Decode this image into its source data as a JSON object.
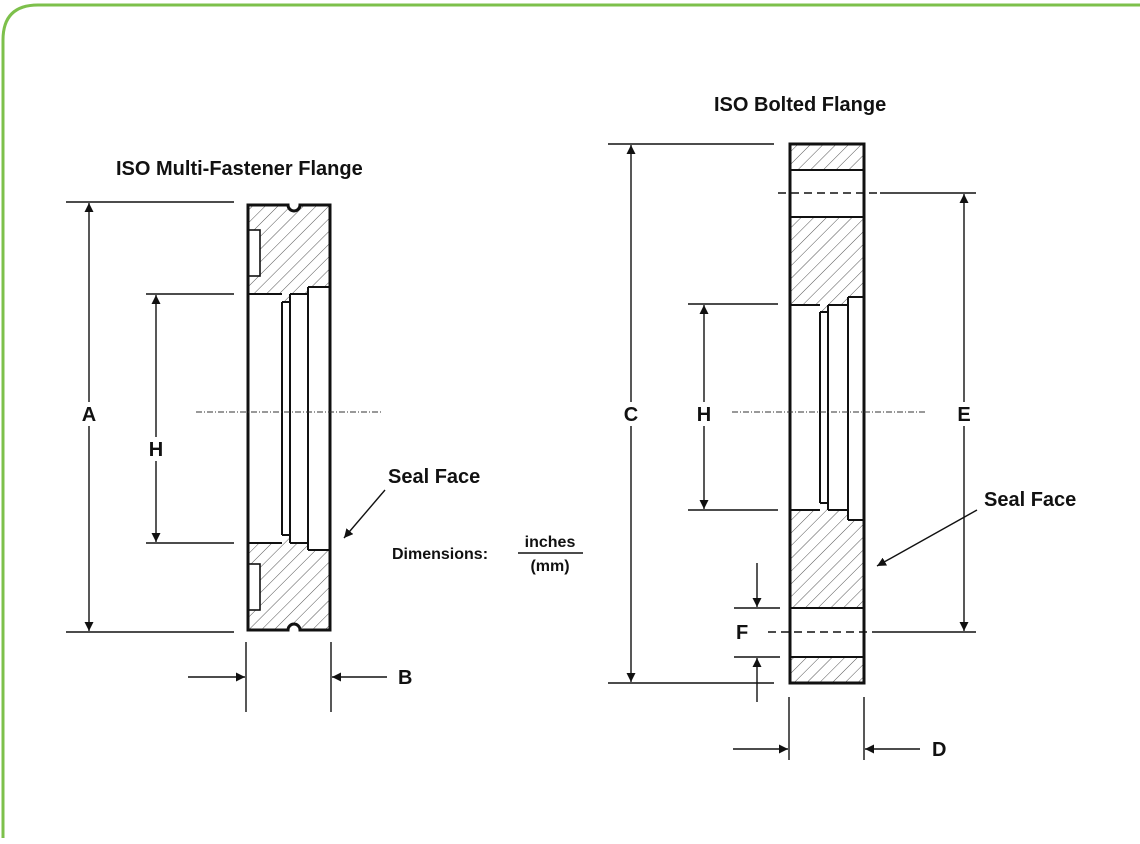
{
  "theme": {
    "frame_color": "#7dc04b",
    "ink_color": "#111111",
    "hatch_color": "#555555"
  },
  "left_figure": {
    "title": "ISO Multi-Fastener Flange",
    "labels": {
      "a": "A",
      "h": "H",
      "b": "B"
    },
    "seal_face": "Seal Face"
  },
  "right_figure": {
    "title": "ISO Bolted Flange",
    "labels": {
      "c": "C",
      "h": "H",
      "e": "E",
      "f": "F",
      "d": "D"
    },
    "seal_face": "Seal Face"
  },
  "dimensions_note": {
    "prefix": "Dimensions:",
    "numerator": "inches",
    "denominator": "(mm)"
  }
}
